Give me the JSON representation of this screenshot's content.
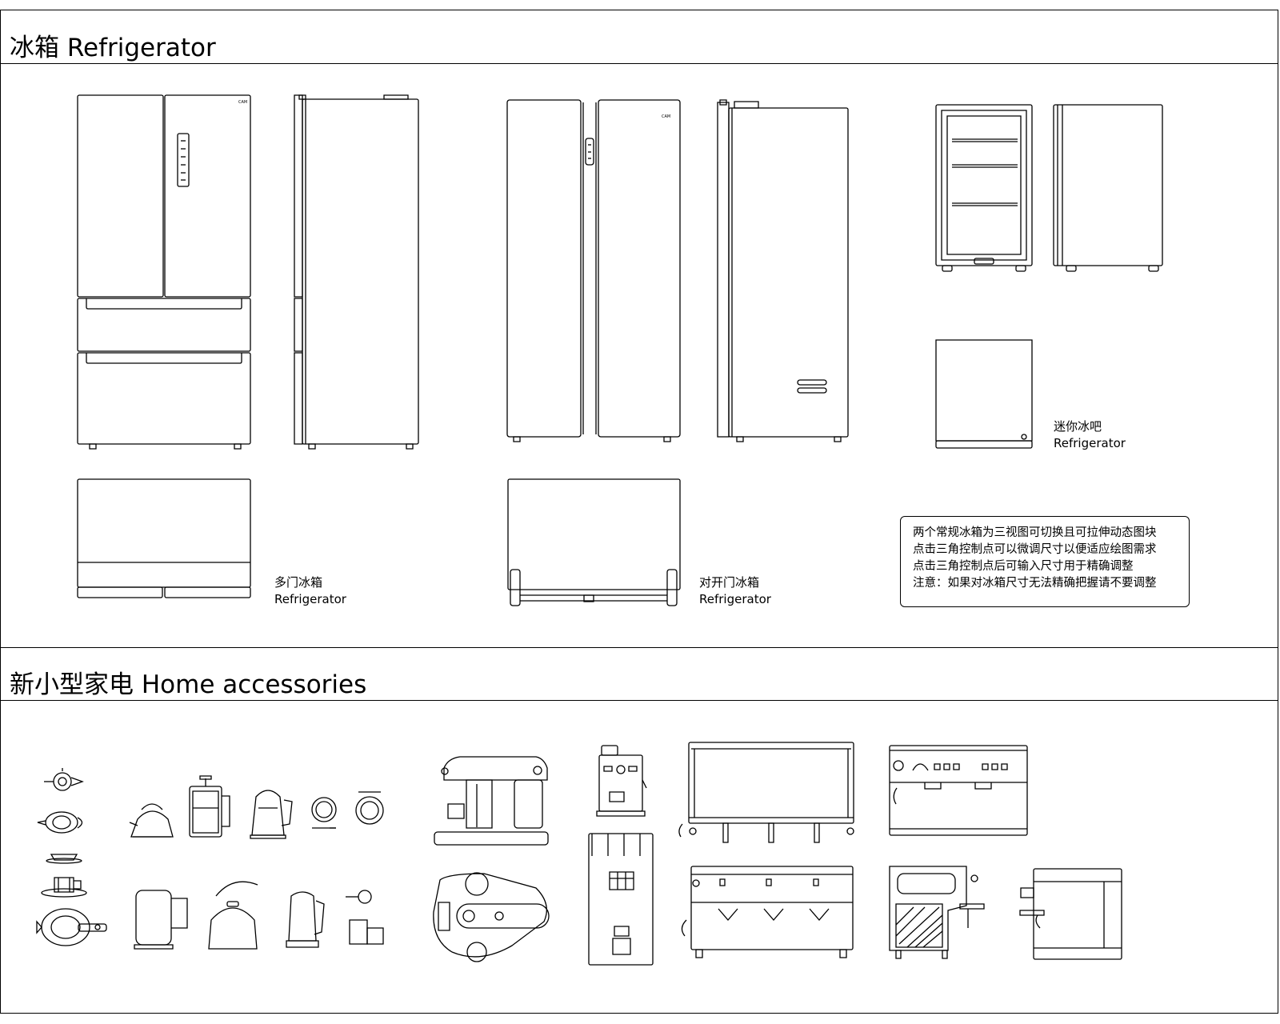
{
  "sections": {
    "refrigerator": {
      "title": "冰箱 Refrigerator"
    },
    "home": {
      "title": "新小型家电 Home accessories"
    }
  },
  "labels": {
    "multi_door": {
      "cn": "多门冰箱",
      "en": "Refrigerator"
    },
    "side_by_side": {
      "cn": "对开门冰箱",
      "en": "Refrigerator"
    },
    "mini": {
      "cn": "迷你冰吧",
      "en": "Refrigerator"
    }
  },
  "brand_mark": "CAM",
  "note": {
    "lines": [
      "两个常规冰箱为三视图可切换且可拉伸动态图块",
      "点击三角控制点可以微调尺寸以便适应绘图需求",
      "点击三角控制点后可输入尺寸用于精确调整",
      "注意：如果对冰箱尺寸无法精确把握请不要调整"
    ]
  },
  "colors": {
    "line": "#000000",
    "background": "#ffffff"
  }
}
